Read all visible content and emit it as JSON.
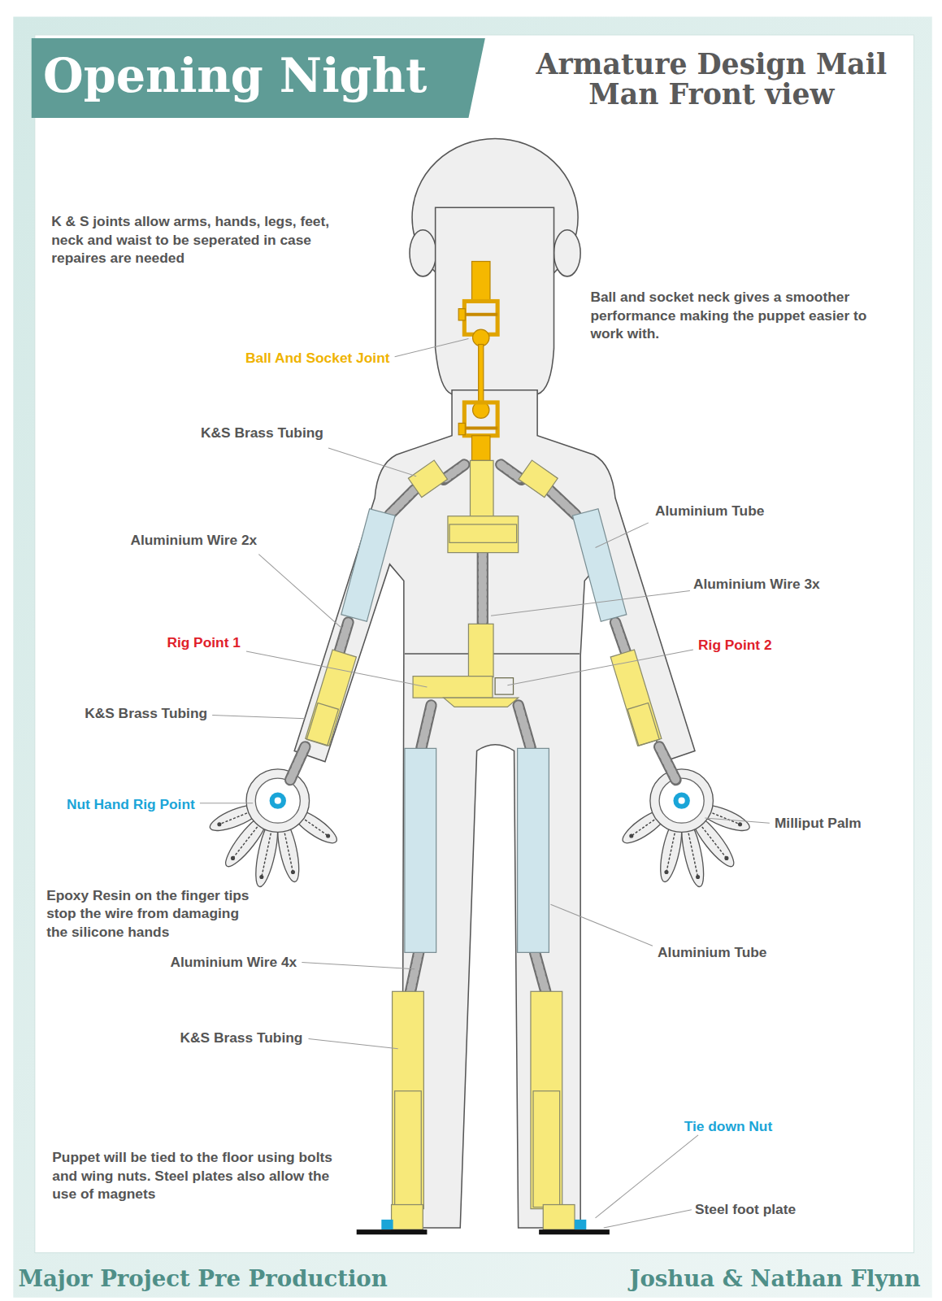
{
  "diagram": {
    "title": "Opening Night",
    "labels": [
      "Armature Design Mail Man Front view",
      "K & S joints allow arms, hands, legs, feet, neck and waist to be seperated in case repaires are needed",
      "Ball and socket neck gives a smoother performance making the puppet easier to work with.",
      "Ball And Socket Joint",
      "K&S Brass Tubing",
      "Aluminium Tube",
      "Aluminium Wire 2x",
      "Aluminium Wire 3x",
      "Rig Point 1",
      "Rig Point 2",
      "K&S Brass Tubing",
      "Nut Hand Rig Point",
      "Milliput Palm",
      "Epoxy Resin on the finger tips stop the wire from damaging the silicone hands",
      "Aluminium Wire 4x",
      "Aluminium Tube",
      "K&S Brass Tubing",
      "Tie down Nut",
      "Puppet will be tied to the floor using bolts and wing nuts. Steel plates also allow the use of magnets",
      "Steel foot plate",
      "Major Project Pre Production",
      "Joshua & Nathan Flynn"
    ]
  }
}
